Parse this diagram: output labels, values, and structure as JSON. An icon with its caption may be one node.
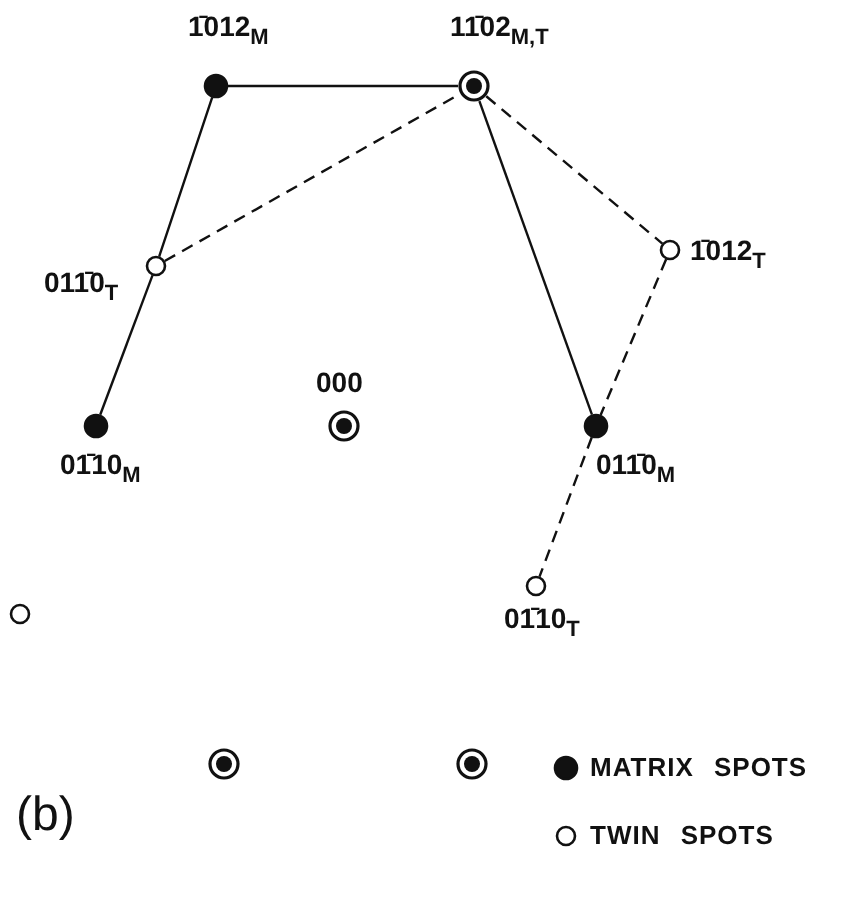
{
  "diagram": {
    "nodes": [
      {
        "text": [],
        "shape": "circle",
        "beside": [
          "1̄012$_{M}$"
        ]
      },
      {
        "text": [],
        "shape": "circle",
        "beside": [
          "11̄02$_{M,T}$"
        ]
      },
      {
        "text": [],
        "shape": "circle",
        "beside": [
          "011̄0$_{T}$"
        ]
      },
      {
        "text": [],
        "shape": "circle",
        "beside": [
          "1̄012$_{T}$"
        ]
      },
      {
        "text": [],
        "shape": "circle",
        "beside": [
          "000"
        ]
      },
      {
        "text": [],
        "shape": "circle",
        "beside": [
          "01̄10$_{M}$"
        ]
      },
      {
        "text": [],
        "shape": "circle",
        "beside": [
          "011̄0$_{M}$"
        ]
      },
      {
        "text": [],
        "shape": "circle",
        "beside": [
          "01̄10$_{T}$"
        ]
      },
      {
        "text": [],
        "shape": "circle"
      },
      {
        "text": [],
        "shape": "circle"
      },
      {
        "text": [],
        "shape": "circle"
      }
    ],
    "edges": [
      {
        "from": 0,
        "to": 1,
        "arrow": "none"
      },
      {
        "from": 0,
        "to": 2,
        "arrow": "none"
      },
      {
        "from": 2,
        "to": 5,
        "arrow": "none"
      },
      {
        "from": 2,
        "to": 1,
        "arrow": "none",
        "style": "dashed"
      },
      {
        "from": 1,
        "to": 3,
        "arrow": "none",
        "style": "dashed"
      },
      {
        "from": 1,
        "to": 6,
        "arrow": "none"
      },
      {
        "from": 3,
        "to": 6,
        "arrow": "none",
        "style": "dashed"
      },
      {
        "from": 6,
        "to": 7,
        "arrow": "none",
        "style": "dashed"
      }
    ],
    "labels": [
      "(b)"
    ],
    "legend": [
      {
        "text": "MATRIX SPOTS"
      },
      {
        "text": "TWIN SPOTS"
      }
    ]
  }
}
